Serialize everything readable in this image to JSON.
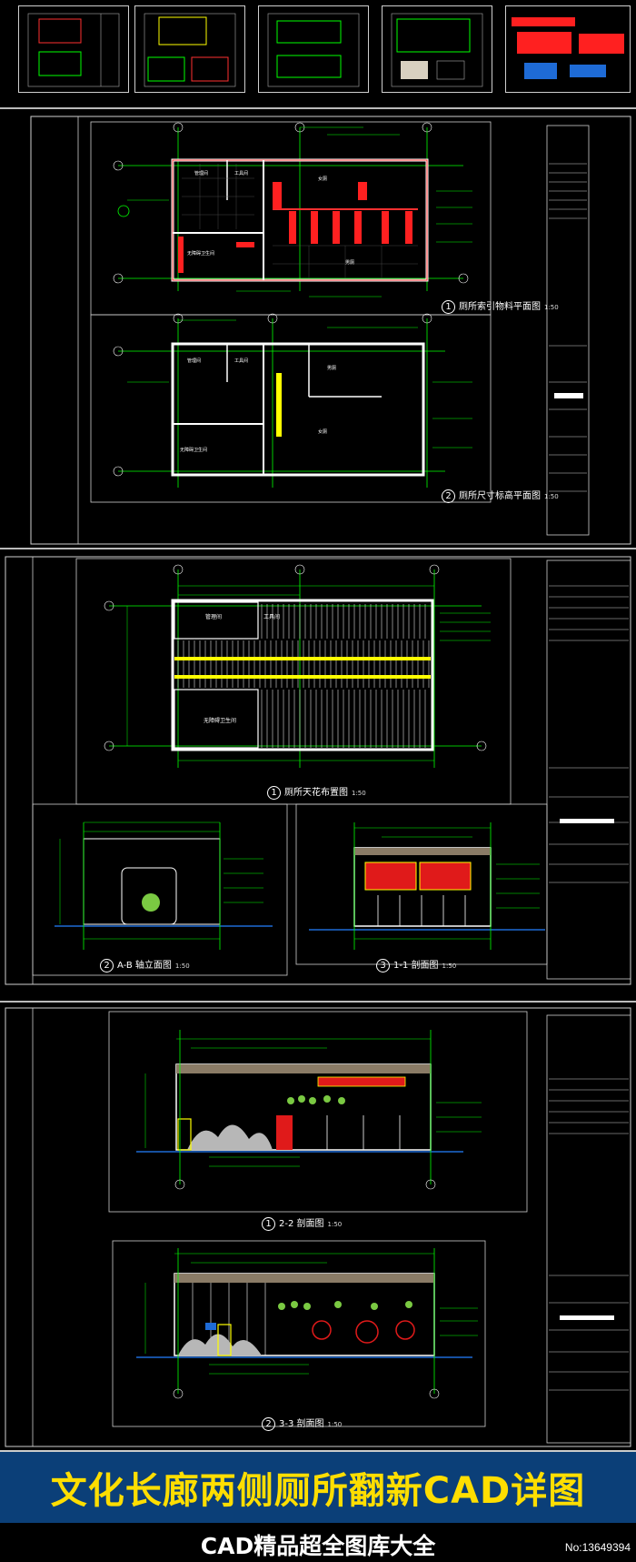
{
  "sheet1": {
    "drawing1_label": "厕所索引物料平面图",
    "drawing1_num": "1",
    "drawing2_label": "厕所尺寸标高平面图",
    "drawing2_num": "2",
    "scale": "1:50",
    "room_labels": [
      "管理间",
      "工具间",
      "无障碍卫生间",
      "女厕",
      "男厕"
    ]
  },
  "sheet2": {
    "drawing1_label": "厕所天花布置图",
    "drawing1_num": "1",
    "drawing2_label": "A-B 轴立面图",
    "drawing2_num": "2",
    "drawing3_label": "1-1 剖面图",
    "drawing3_num": "3",
    "scale": "1:50",
    "room_labels": [
      "管理间",
      "工具间",
      "无障碍卫生间"
    ]
  },
  "sheet3": {
    "drawing1_label": "2-2 剖面图",
    "drawing1_num": "1",
    "drawing2_label": "3-3 剖面图",
    "drawing2_num": "2",
    "scale": "1:50"
  },
  "banner": {
    "title": "文化长廊两侧厕所翻新CAD详图"
  },
  "footer": {
    "subtitle": "CAD精品超全图库大全",
    "image_id": "No:13649394"
  },
  "colors": {
    "cad_green": "#00ff00",
    "cad_red": "#ff0000",
    "cad_yellow": "#ffff00",
    "cad_white": "#ffffff",
    "banner_blue": "#0b3f78",
    "banner_yellow": "#ffde00"
  }
}
